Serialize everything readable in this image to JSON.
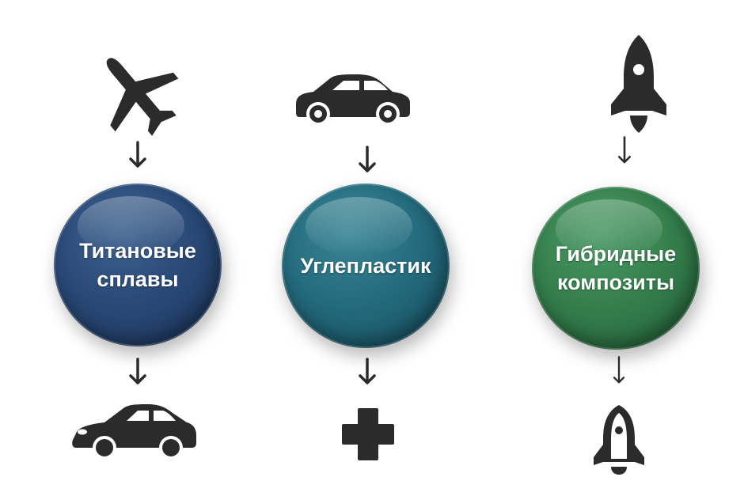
{
  "diagram": {
    "columns": [
      {
        "material": {
          "line1": "Титановые",
          "line2": "сплавы",
          "color": "#2a4a78"
        },
        "top_icon": "airplane-icon",
        "bottom_icon": "car-icon"
      },
      {
        "material": {
          "line1": "Углепластик",
          "line2": "",
          "color": "#246c7e"
        },
        "top_icon": "car-icon",
        "bottom_icon": "medical-cross-icon"
      },
      {
        "material": {
          "line1": "Гибридные",
          "line2": "композиты",
          "color": "#35804d"
        },
        "top_icon": "rocket-icon",
        "bottom_icon": "rocket-outline-icon"
      }
    ],
    "icon_color": "#2b2b2b"
  }
}
